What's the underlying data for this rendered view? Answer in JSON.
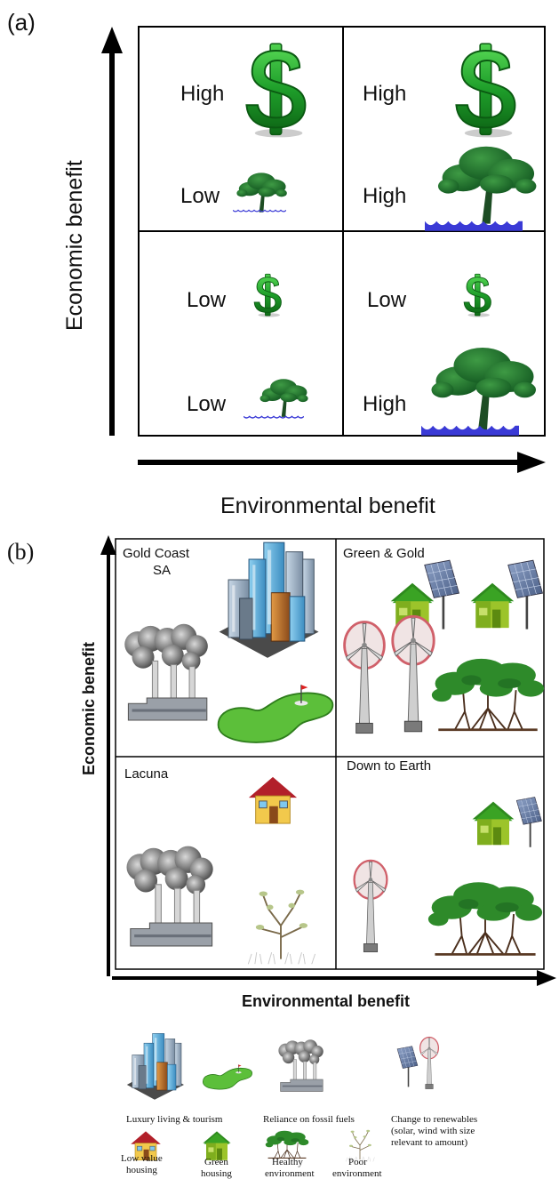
{
  "panel_a": {
    "label": "(a)",
    "y_axis_label": "Economic benefit",
    "x_axis_label": "Environmental benefit",
    "quadrants": [
      {
        "economic": "High",
        "environmental": "Low"
      },
      {
        "economic": "High",
        "environmental": "High"
      },
      {
        "economic": "Low",
        "environmental": "Low"
      },
      {
        "economic": "Low",
        "environmental": "High"
      }
    ]
  },
  "panel_b": {
    "label": "(b)",
    "y_axis_label": "Economic benefit",
    "x_axis_label": "Environmental benefit",
    "quadrants": {
      "top_left": {
        "title_line1": "Gold Coast",
        "title_line2": "SA"
      },
      "top_right": {
        "title": "Green & Gold"
      },
      "bottom_left": {
        "title": "Lacuna"
      },
      "bottom_right": {
        "title": "Down to Earth"
      }
    },
    "legend": {
      "luxury": "Luxury living & tourism",
      "fossil": "Reliance on fossil fuels",
      "renewables_line1": "Change to renewables",
      "renewables_line2": "(solar, wind with size",
      "renewables_line3": "relevant to amount)",
      "low_value_line1": "Low value",
      "low_value_line2": "housing",
      "green_line1": "Green",
      "green_line2": "housing",
      "healthy_line1": "Healthy",
      "healthy_line2": "environment",
      "poor_line1": "Poor",
      "poor_line2": "environment"
    }
  },
  "colors": {
    "dollar_green": "#1e9e2a",
    "tree_green": "#1f6b2a",
    "water_blue": "#3a3ad6",
    "house_green": "#7fae1e",
    "house_yellow": "#f2c94c",
    "roof_red": "#b2202a",
    "smoke_gray": "#8a8a8a",
    "turbine_ring": "#d0606a"
  }
}
